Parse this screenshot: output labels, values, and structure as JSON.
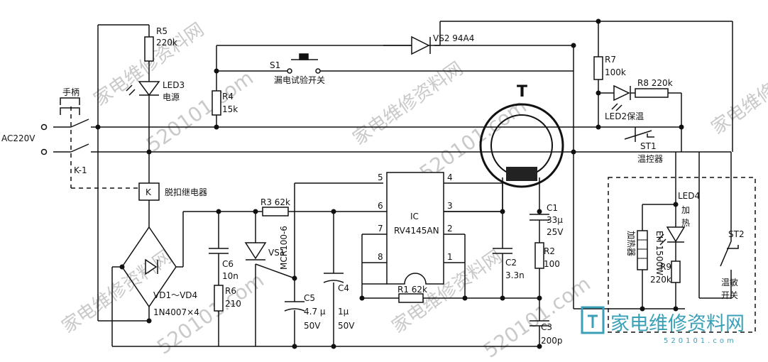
{
  "labels": {
    "r5": "R5",
    "r5v": "220k",
    "led3": "LED3",
    "led3t": "电源",
    "handle": "手柄",
    "ac": "AC220V",
    "k1": "K-1",
    "k": "K",
    "relay": "脱扣继电器",
    "vd": "VD1～VD4",
    "vdv": "1N4007×4",
    "c6": "C6",
    "c6v": "10n",
    "r6": "R6",
    "r6v": "210",
    "r3": "R3 62k",
    "vs1": "VS1",
    "vs1m": "MCR100-6",
    "c5": "C5",
    "c5v": "4.7 μ",
    "c5u": "50V",
    "c4": "C4",
    "c4v": "1μ",
    "c4u": "50V",
    "ic": "IC",
    "icm": "RV4145AN",
    "p5": "5",
    "p4": "4",
    "p6": "6",
    "p3": "3",
    "p7": "7",
    "p2": "2",
    "p8": "8",
    "p1": "1",
    "r1": "R1 62k",
    "r4": "R4",
    "r4v": "15k",
    "s1": "S1",
    "s1t": "漏电试验开关",
    "vs2": "VS2 94A4",
    "t": "T",
    "c1": "C1",
    "c1v": "33μ",
    "c1u": "25V",
    "r2": "R2",
    "r2v": "100",
    "c2": "C2",
    "c2v": "3.3n",
    "c3": "C3",
    "c3v": "200p",
    "r7": "R7",
    "r7v": "100k",
    "r8": "R8 220k",
    "led2": "LED2保温",
    "st1": "ST1",
    "st1t": "温控器",
    "led4": "LED4",
    "heat1": "加",
    "heat2": "热",
    "heater": "加热器",
    "heaterv": "EH 1500W",
    "r9": "R9",
    "r9v": "220k",
    "st2": "ST2",
    "st2t1": "温敏",
    "st2t2": "开关"
  },
  "watermark": {
    "site": "家电维修资料网",
    "domain": "520101.com",
    "logo": "家电维修资料网",
    "url": "520101.com"
  }
}
